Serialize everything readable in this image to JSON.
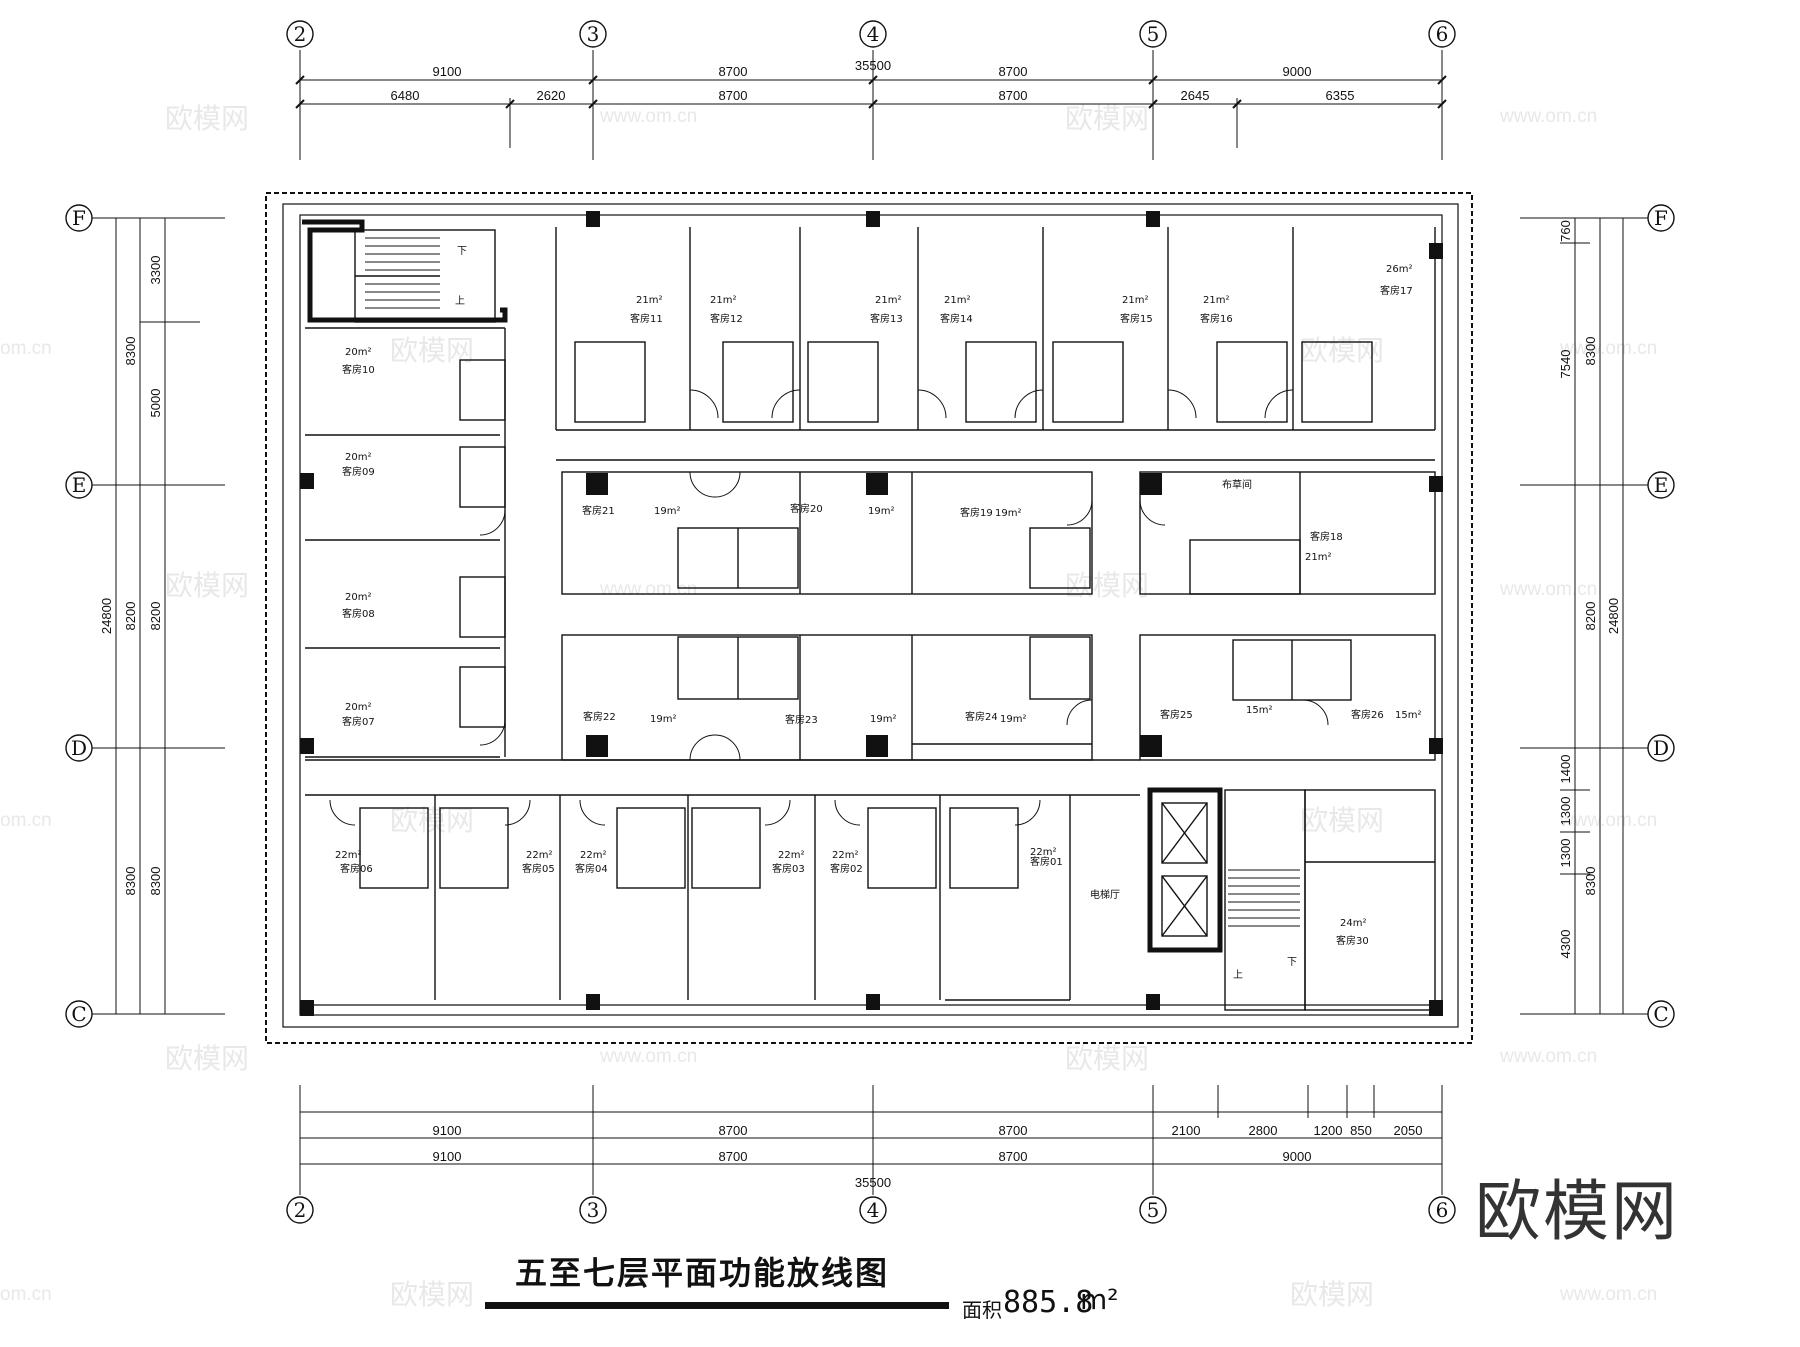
{
  "title": "五至七层平面功能放线图",
  "area": {
    "label": "面积",
    "value": "885.8",
    "unit": "m²"
  },
  "brand": "欧模网",
  "watermark": {
    "cn": "欧模网",
    "url": "www.om.cn",
    "short": "om.cn"
  },
  "axes": {
    "columns": [
      "2",
      "3",
      "4",
      "5",
      "6"
    ],
    "rows": [
      "F",
      "E",
      "D",
      "C"
    ]
  },
  "dims_top_row1": [
    "9100",
    "8700",
    "8700",
    "9000"
  ],
  "dims_top_total": "35500",
  "dims_top_row2": [
    "6480",
    "2620",
    "8700",
    "8700",
    "2645",
    "6355"
  ],
  "dims_bottom_row1": [
    "9100",
    "8700",
    "8700",
    "2100",
    "2800",
    "1200",
    "850",
    "2050"
  ],
  "dims_bottom_row2": [
    "9100",
    "8700",
    "8700",
    "9000"
  ],
  "dims_bottom_total": "35500",
  "dims_left_inner": [
    "3300",
    "5000",
    "8200",
    "8300"
  ],
  "dims_left_mid": [
    "8300",
    "8200",
    "8300"
  ],
  "dims_left_total": "24800",
  "dims_right_inner": [
    "760",
    "7540",
    "1400",
    "1300",
    "1300",
    "4300"
  ],
  "dims_right_mid": [
    "8300",
    "8200",
    "8300"
  ],
  "dims_right_total": "24800",
  "rooms": [
    {
      "name": "客房01",
      "area": "22m²"
    },
    {
      "name": "客房02",
      "area": "22m²"
    },
    {
      "name": "客房03",
      "area": "22m²"
    },
    {
      "name": "客房04",
      "area": "22m²"
    },
    {
      "name": "客房05",
      "area": "22m²"
    },
    {
      "name": "客房06",
      "area": "22m²"
    },
    {
      "name": "客房07",
      "area": "20m²"
    },
    {
      "name": "客房08",
      "area": "20m²"
    },
    {
      "name": "客房09",
      "area": "20m²"
    },
    {
      "name": "客房10",
      "area": "20m²"
    },
    {
      "name": "客房11",
      "area": "21m²"
    },
    {
      "name": "客房12",
      "area": "21m²"
    },
    {
      "name": "客房13",
      "area": "21m²"
    },
    {
      "name": "客房14",
      "area": "21m²"
    },
    {
      "name": "客房15",
      "area": "21m²"
    },
    {
      "name": "客房16",
      "area": "21m²"
    },
    {
      "name": "客房17",
      "area": "26m²"
    },
    {
      "name": "客房18",
      "area": "21m²"
    },
    {
      "name": "客房19",
      "area": "19m²"
    },
    {
      "name": "客房20",
      "area": "19m²"
    },
    {
      "name": "客房21",
      "area": "19m²"
    },
    {
      "name": "客房22",
      "area": "19m²"
    },
    {
      "name": "客房23",
      "area": "19m²"
    },
    {
      "name": "客房24",
      "area": "19m²"
    },
    {
      "name": "客房25",
      "area": "15m²"
    },
    {
      "name": "客房26",
      "area": "15m²"
    },
    {
      "name": "客房30",
      "area": "24m²"
    }
  ],
  "labels": {
    "elevator_hall": "电梯厅",
    "stair_up": "上",
    "stair_down": "下",
    "service": "布草间"
  }
}
